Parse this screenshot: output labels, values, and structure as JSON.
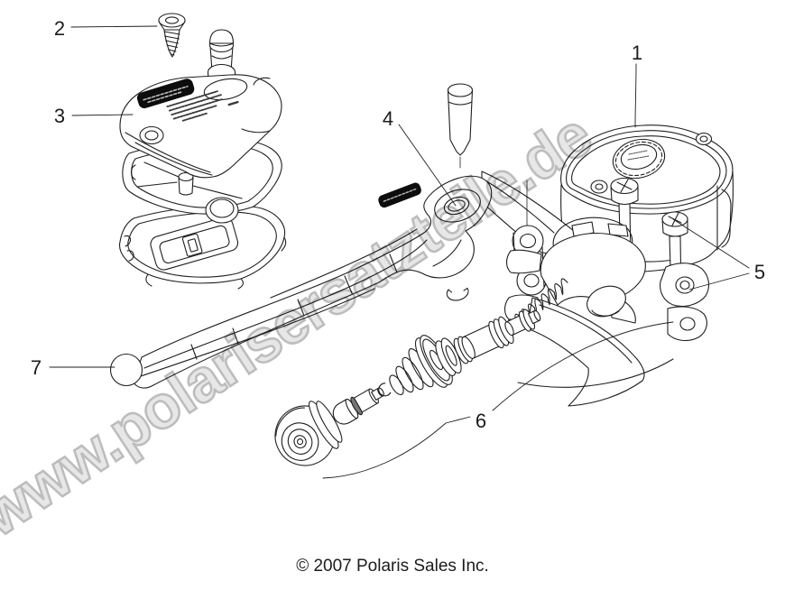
{
  "watermark": {
    "text": "www.polarisersatzteile.de",
    "outline_color": "#bdbdbd",
    "fill_color": "#e7e7e7"
  },
  "copyright": {
    "text": "© 2007 Polaris Sales Inc."
  },
  "callouts": [
    {
      "label": "1"
    },
    {
      "label": "2"
    },
    {
      "label": "3"
    },
    {
      "label": "4"
    },
    {
      "label": "5"
    },
    {
      "label": "6"
    },
    {
      "label": "7"
    }
  ],
  "colors": {
    "line": "#1f1f1f",
    "background": "#ffffff",
    "badge": "#0d0d0d"
  }
}
